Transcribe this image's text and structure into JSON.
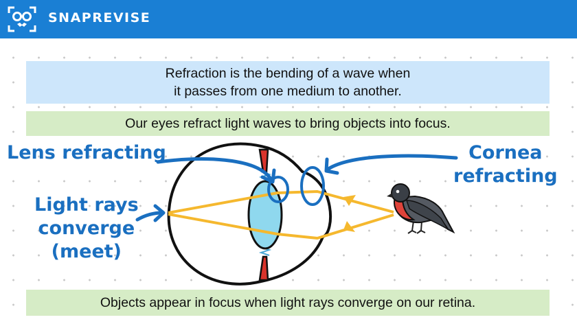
{
  "brand": {
    "name": "SNAPREVISE",
    "logo_icon": "glasses-face-icon"
  },
  "definition": {
    "line1": "Refraction is the bending of a wave when",
    "line2": "it passes from one medium to another."
  },
  "statement": "Our eyes refract light waves to bring objects into focus.",
  "conclusion": "Objects appear in focus when light rays converge on our retina.",
  "labels": {
    "lens": "Lens refracting",
    "cornea_1": "Cornea",
    "cornea_2": "refracting",
    "light_1": "Light rays",
    "light_2": "converge",
    "light_3": "(meet)"
  },
  "colors": {
    "header": "#1a7fd4",
    "annotation": "#1a6fc0",
    "light_ray": "#f5b82e",
    "lens": "#8fd8ee",
    "muscle": "#d9332b",
    "bird_breast": "#e0433a",
    "definition_bg": "#cde6fb",
    "statement_bg": "#d6ecc6"
  }
}
